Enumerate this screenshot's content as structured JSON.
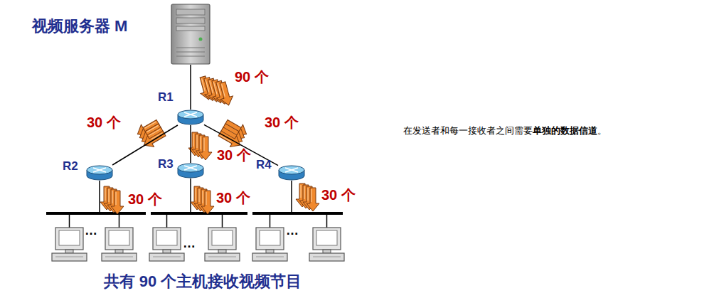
{
  "diagram": {
    "caption": "共有 90 个主机接收视频节目",
    "nodes": [
      {
        "text": [
          "视频服务器 M"
        ]
      },
      {
        "text": [
          "R1"
        ]
      },
      {
        "text": [
          "R2"
        ]
      },
      {
        "text": [
          "R3"
        ]
      },
      {
        "text": [
          "R4"
        ]
      }
    ],
    "edges": [
      {
        "from": 0,
        "to": 1,
        "arrow": "none",
        "label": "90 个"
      },
      {
        "from": 1,
        "to": 2,
        "arrow": "none",
        "label": "30 个"
      },
      {
        "from": 1,
        "to": 3,
        "arrow": "none",
        "label": "30 个"
      },
      {
        "from": 1,
        "to": 4,
        "arrow": "none",
        "label": "30 个"
      }
    ],
    "labels": [
      "30 个",
      "30 个",
      "30 个",
      "…",
      "…",
      "…",
      "在发送者和每一接收者之间需要",
      "单独的数据信道",
      "。"
    ]
  }
}
